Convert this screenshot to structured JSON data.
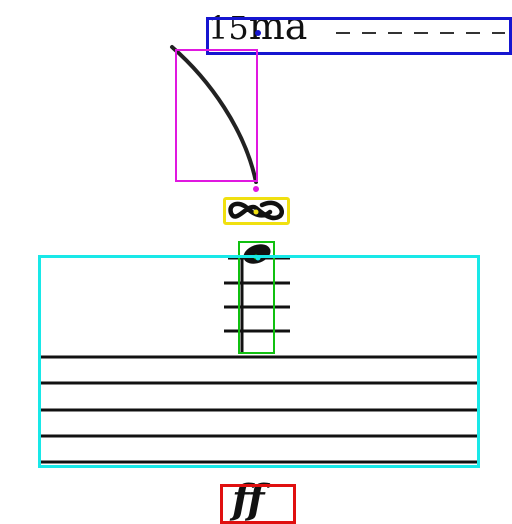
{
  "ottava": {
    "number": "15",
    "suffix": "ma"
  },
  "dynamic": {
    "text": "ff"
  },
  "turn_symbol": "turn",
  "colors": {
    "ottava_box": "#1616d0",
    "slur_box": "#e018e0",
    "turn_box": "#f0e010",
    "note_box": "#10c010",
    "staff_box": "#18e8e8",
    "dynamic_box": "#e01010",
    "ink": "#111111"
  }
}
